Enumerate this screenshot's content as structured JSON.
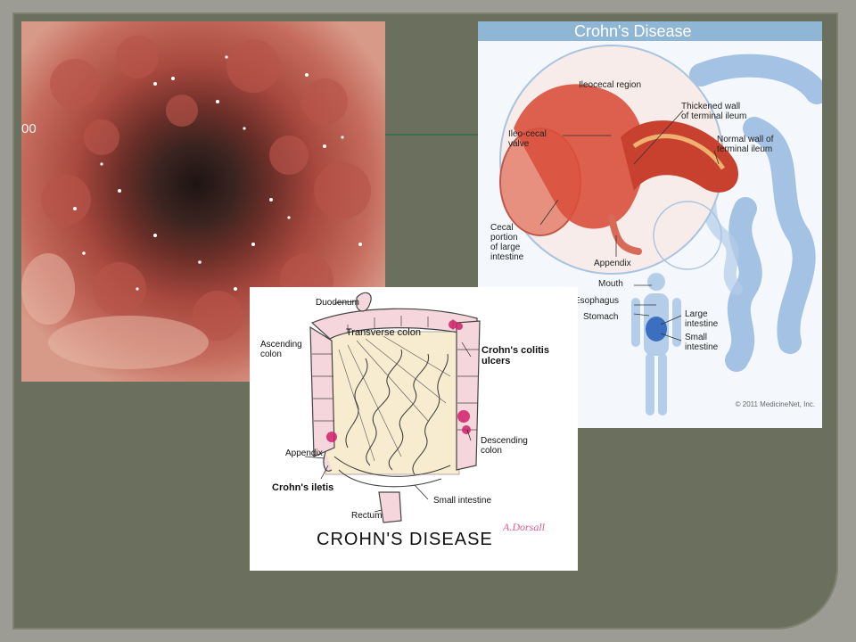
{
  "slide": {
    "background": "#6b6f5e",
    "accent_line_color": "#3f6e4c"
  },
  "endoscopy_photo": {
    "label": "00"
  },
  "medicinenet_illustration": {
    "title": "Crohn's Disease",
    "labels": {
      "ileocecal_region": "Ileocecal region",
      "ileocecal_valve": "Ileo-cecal\nvalve",
      "thickened_wall": "Thickened wall\nof terminal ileum",
      "normal_wall": "Normal wall of\nterminal ileum",
      "cecal_portion": "Cecal\nportion\nof large\nintestine",
      "appendix": "Appendix",
      "mouth": "Mouth",
      "esophagus": "Esophagus",
      "stomach": "Stomach",
      "large_intestine": "Large\nintestine",
      "small_intestine": "Small\nintestine"
    },
    "copyright": "© 2011 MedicineNet, Inc.",
    "colors": {
      "header": "#8fb6d4",
      "intestine_blue": "#8ab0dc",
      "tissue_red": "#d9503c"
    }
  },
  "line_diagram": {
    "title": "CROHN'S DISEASE",
    "signature": "A.Dorsall",
    "labels": {
      "duodenum": "Duodenum",
      "transverse_colon": "Transverse colon",
      "ascending_colon": "Ascending\ncolon",
      "crohns_colitis": "Crohn's colitis\nulcers",
      "descending_colon": "Descending\ncolon",
      "appendix": "Appendix",
      "crohns_iletis": "Crohn's iletis",
      "small_intestine": "Small intestine",
      "rectum": "Rectum"
    },
    "colors": {
      "colon_fill": "#f4d6dc",
      "mesentery": "#f8ecd0",
      "ulcer": "#d0206a"
    }
  }
}
